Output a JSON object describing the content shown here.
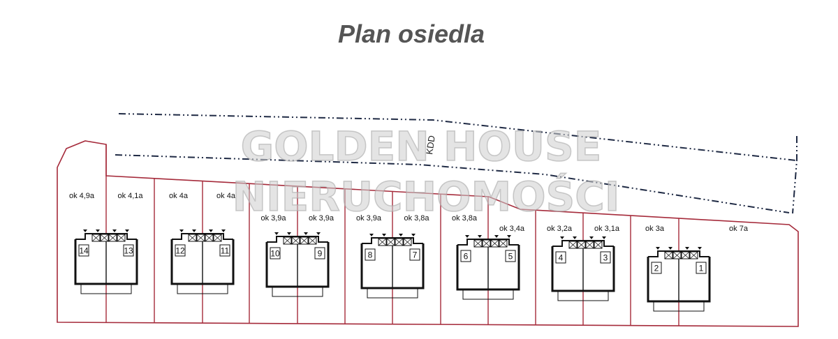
{
  "title": "Plan osiedla",
  "road_label": "KDD",
  "watermark": {
    "line1": "GOLDEN HOUSE",
    "line2": "NIERUCHOMOŚCI"
  },
  "colors": {
    "plot_border": "#a52a3a",
    "building": "#111111",
    "road_line": "#1f2a44",
    "title": "#555555"
  },
  "plots": [
    {
      "label": "ok 4,9a"
    },
    {
      "label": "ok 4,1a"
    },
    {
      "label": "ok 4a"
    },
    {
      "label": "ok 4a"
    },
    {
      "label": "ok 3,9a"
    },
    {
      "label": "ok 3,9a"
    },
    {
      "label": "ok 3,9a"
    },
    {
      "label": "ok 3,8a"
    },
    {
      "label": "ok 3,8a"
    },
    {
      "label": "ok 3,4a"
    },
    {
      "label": "ok 3,2a"
    },
    {
      "label": "ok 3,1a"
    },
    {
      "label": "ok 3a"
    },
    {
      "label": "ok 7a"
    }
  ],
  "buildings": [
    {
      "left_unit": "14",
      "right_unit": "13"
    },
    {
      "left_unit": "12",
      "right_unit": "11"
    },
    {
      "left_unit": "10",
      "right_unit": "9"
    },
    {
      "left_unit": "8",
      "right_unit": "7"
    },
    {
      "left_unit": "6",
      "right_unit": "5"
    },
    {
      "left_unit": "4",
      "right_unit": "3"
    },
    {
      "left_unit": "2",
      "right_unit": "1"
    }
  ]
}
